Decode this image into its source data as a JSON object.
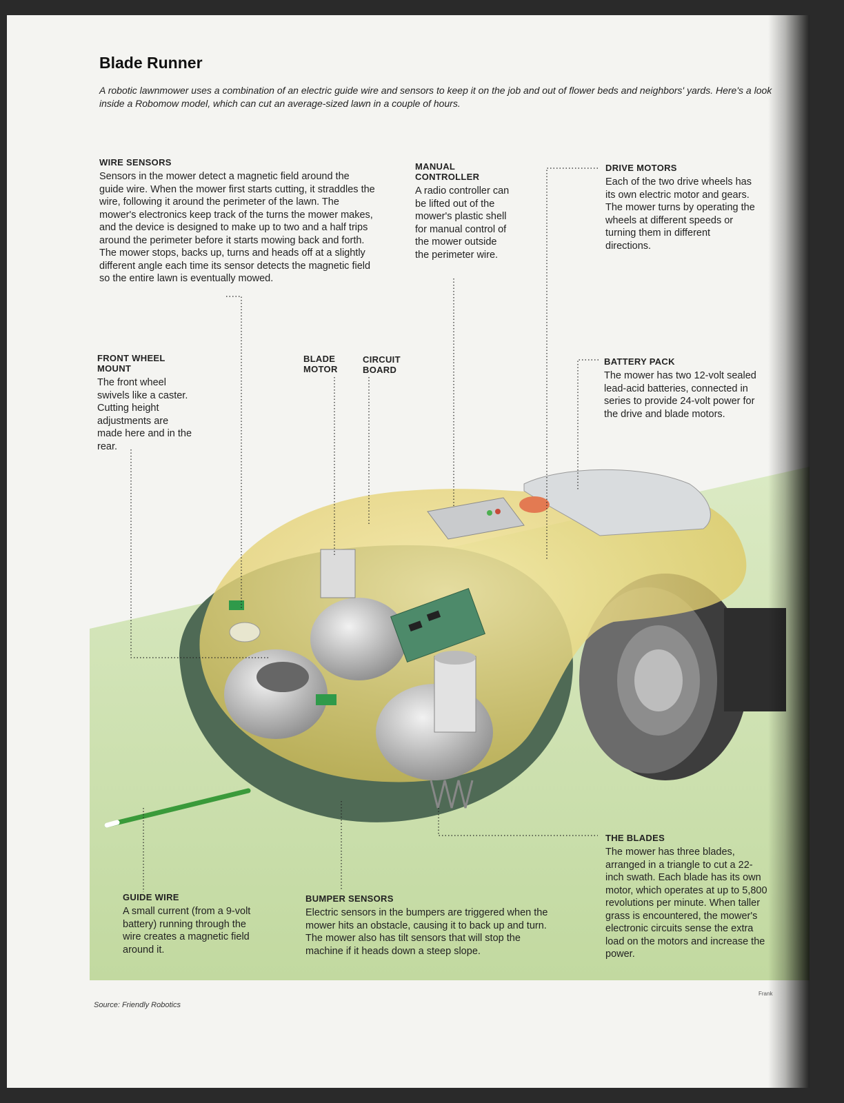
{
  "title": "Blade Runner",
  "intro": "A robotic lawnmower uses a combination of an electric guide wire and sensors to keep it on the job and out of flower beds and neighbors' yards. Here's a look inside a Robomow model, which can cut an average-sized lawn in a couple of hours.",
  "callouts": {
    "wire_sensors": {
      "title": "WIRE SENSORS",
      "body": "Sensors in the mower detect a magnetic field around the guide wire. When the mower first starts cutting, it straddles the wire, following it around the perimeter of the lawn. The mower's electronics keep track of the turns the mower makes, and the device is designed to make up to two and a half trips around the perimeter before it starts mowing back and forth. The mower stops, backs up, turns and heads off at a slightly different angle each time its sensor detects the magnetic field so the entire lawn is eventually mowed."
    },
    "manual_controller": {
      "title": "MANUAL\nCONTROLLER",
      "body": "A radio controller can be lifted out of the mower's plastic shell for manual control of the mower outside the perimeter wire."
    },
    "drive_motors": {
      "title": "DRIVE MOTORS",
      "body": "Each of the two drive wheels has its own electric motor and gears. The mower turns by operating the wheels at different speeds or turning them in different directions."
    },
    "front_wheel_mount": {
      "title": "FRONT WHEEL\nMOUNT",
      "body": "The front wheel swivels like a caster. Cutting height adjustments are made here and in the rear."
    },
    "blade_motor": {
      "title": "BLADE\nMOTOR"
    },
    "circuit_board": {
      "title": "CIRCUIT\nBOARD"
    },
    "battery_pack": {
      "title": "BATTERY PACK",
      "body": "The mower has two 12-volt sealed lead-acid batteries, connected in series to provide 24-volt power for the drive and blade motors."
    },
    "the_blades": {
      "title": "THE BLADES",
      "body": "The mower has three blades, arranged in a triangle to cut a 22-inch swath. Each blade has its own motor, which operates at up to 5,800 revolutions per minute. When taller grass is encountered, the mower's electronic circuits sense the extra load on the motors and increase the power."
    },
    "guide_wire": {
      "title": "GUIDE WIRE",
      "body": "A small current (from a 9-volt battery) running through the wire creates a magnetic field around it."
    },
    "bumper_sensors": {
      "title": "BUMPER SENSORS",
      "body": "Electric sensors in the bumpers are triggered when the mower hits an obstacle, causing it to back up and turn. The mower also has tilt sensors that will stop the machine if it heads down a steep slope."
    }
  },
  "source": "Source: Friendly Robotics",
  "folio": "Frank",
  "colors": {
    "grass": "#cfe3b0",
    "shell": "#e8d77a",
    "bumper": "#4f6a55",
    "tire": "#5a5a5a",
    "wire": "#3a9a3a"
  }
}
